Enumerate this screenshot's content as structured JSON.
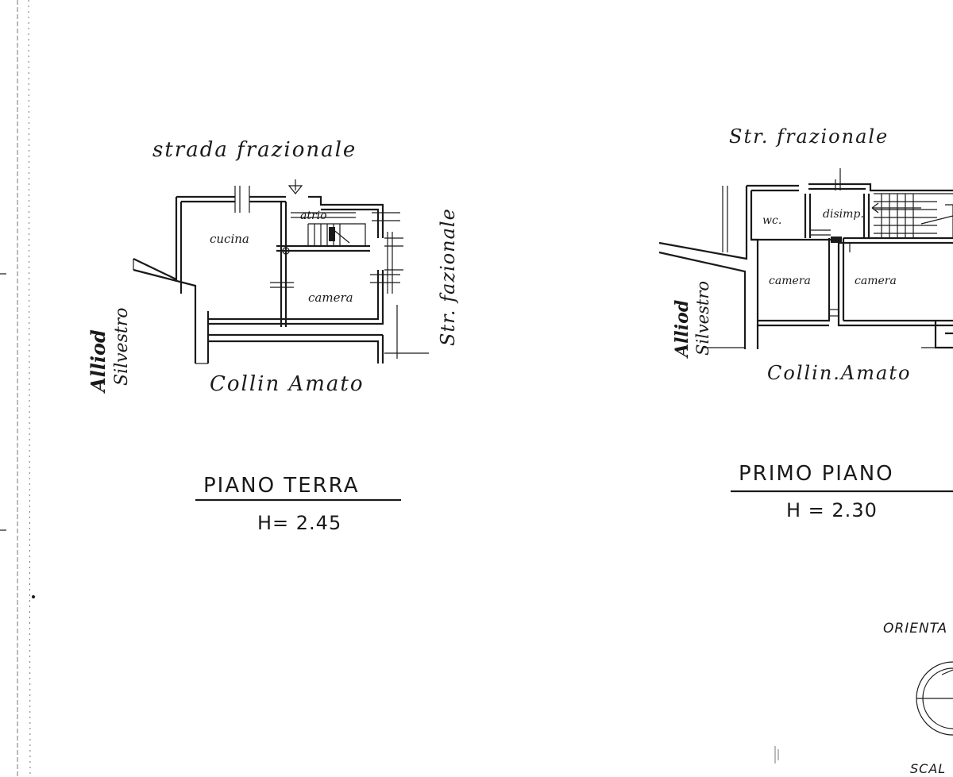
{
  "ground_floor": {
    "street_top": "strada frazionale",
    "street_right": "Str. fazionale",
    "neighbor_left_1": "Alliod",
    "neighbor_left_2": "Silvestro",
    "neighbor_bottom": "Collin Amato",
    "rooms": {
      "kitchen": "cucina",
      "atrium": "atrio",
      "bedroom": "camera"
    },
    "title": "PIANO TERRA",
    "height": "H= 2.45"
  },
  "first_floor": {
    "street_top": "Str. frazionale",
    "neighbor_left_1": "Alliod",
    "neighbor_left_2": "Silvestro",
    "neighbor_bottom": "Collin.Amato",
    "rooms": {
      "wc": "wc.",
      "landing": "disimp.",
      "bedroom_a": "camera",
      "bedroom_b": "camera"
    },
    "title": "PRIMO PIANO",
    "height": "H = 2.30"
  },
  "legend": {
    "orientation": "ORIENTA",
    "scale": "SCAL"
  },
  "icons": {
    "entrance": "entrance-arrow-icon",
    "compass": "compass-icon"
  },
  "colors": {
    "ink": "#1a1a1a",
    "paper": "#ffffff"
  }
}
